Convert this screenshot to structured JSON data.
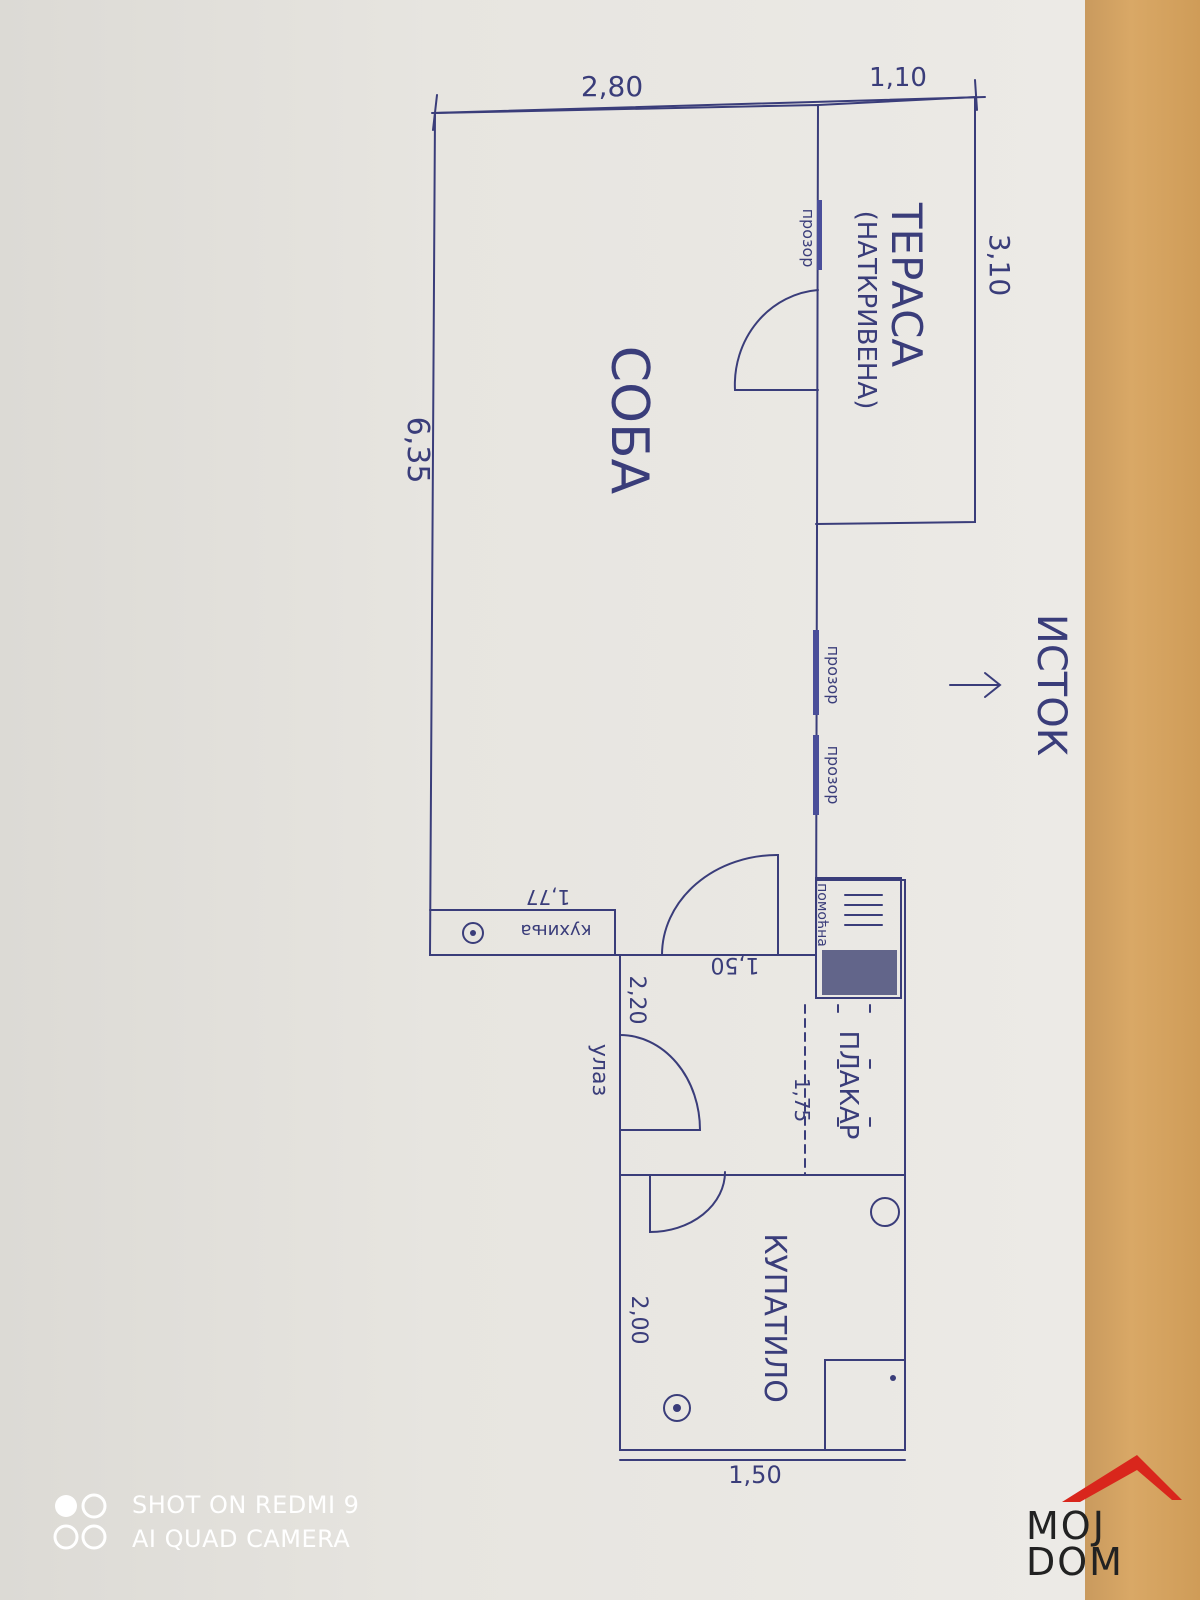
{
  "plan": {
    "dimensions": {
      "room_width": "2,80",
      "terrace_width": "1,10",
      "terrace_length": "3,10",
      "room_length": "6,35",
      "kitchen_size": "1,77",
      "hall_width": "1,50",
      "hall_length": "2,20",
      "wardrobe_length": "1,75",
      "bath_length": "2,00",
      "bath_width": "1,50"
    },
    "labels": {
      "terrace": "ТЕРАСА",
      "terrace_note": "(НАТКРИВЕНА)",
      "room": "СОБА",
      "east": "ИСТОК",
      "window_1": "прозор",
      "window_2": "прозор",
      "window_3": "прозор",
      "kitchen": "кухиња",
      "storage": "помоћна",
      "wardrobe": "ПЛАКАР",
      "entrance": "улаз",
      "bathroom": "КУПАТИЛО"
    }
  },
  "watermark": {
    "line1": "SHOT ON REDMI 9",
    "line2": "AI QUAD CAMERA"
  },
  "logo": {
    "line1": "MOJ",
    "line2": "DOM",
    "accent_color": "#d9261c"
  }
}
